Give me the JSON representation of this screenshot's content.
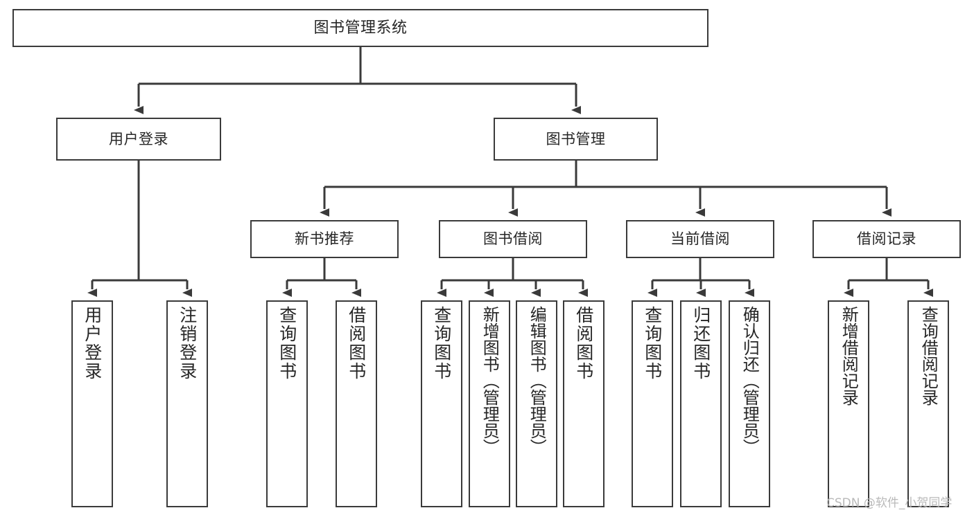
{
  "diagram": {
    "title": "图书管理系统",
    "type": "hierarchy-tree",
    "background_color": "#ffffff",
    "line_color": "#3a3a3a",
    "text_color": "#262626",
    "levels": [
      {
        "level": 0,
        "nodes": [
          {
            "id": "root",
            "label": "图书管理系统",
            "orientation": "horizontal"
          }
        ]
      },
      {
        "level": 1,
        "nodes": [
          {
            "id": "user-login",
            "label": "用户登录",
            "orientation": "horizontal"
          },
          {
            "id": "book-manage",
            "label": "图书管理",
            "orientation": "horizontal"
          }
        ]
      },
      {
        "level": 2,
        "nodes": [
          {
            "id": "new-book-recommend",
            "label": "新书推荐",
            "orientation": "horizontal"
          },
          {
            "id": "book-borrow",
            "label": "图书借阅",
            "orientation": "horizontal"
          },
          {
            "id": "current-borrow",
            "label": "当前借阅",
            "orientation": "horizontal"
          },
          {
            "id": "borrow-record",
            "label": "借阅记录",
            "orientation": "horizontal"
          }
        ]
      },
      {
        "level": 3,
        "nodes": [
          {
            "id": "leaf-user-login",
            "label": "用户登录",
            "parent": "user-login",
            "orientation": "vertical"
          },
          {
            "id": "leaf-logout",
            "label": "注销登录",
            "parent": "user-login",
            "orientation": "vertical"
          },
          {
            "id": "leaf-query-book-1",
            "label": "查询图书",
            "parent": "new-book-recommend",
            "orientation": "vertical"
          },
          {
            "id": "leaf-borrow-book-1",
            "label": "借阅图书",
            "parent": "new-book-recommend",
            "orientation": "vertical"
          },
          {
            "id": "leaf-query-book-2",
            "label": "查询图书",
            "parent": "book-borrow",
            "orientation": "vertical"
          },
          {
            "id": "leaf-add-book",
            "label": "新增图书（管理员）",
            "parent": "book-borrow",
            "orientation": "vertical"
          },
          {
            "id": "leaf-edit-book",
            "label": "编辑图书（管理员）",
            "parent": "book-borrow",
            "orientation": "vertical"
          },
          {
            "id": "leaf-borrow-book-2",
            "label": "借阅图书",
            "parent": "book-borrow",
            "orientation": "vertical"
          },
          {
            "id": "leaf-query-book-3",
            "label": "查询图书",
            "parent": "current-borrow",
            "orientation": "vertical"
          },
          {
            "id": "leaf-return-book",
            "label": "归还图书",
            "parent": "current-borrow",
            "orientation": "vertical"
          },
          {
            "id": "leaf-confirm-return",
            "label": "确认归还（管理员）",
            "parent": "current-borrow",
            "orientation": "vertical"
          },
          {
            "id": "leaf-add-record",
            "label": "新增借阅记录",
            "parent": "borrow-record",
            "orientation": "vertical"
          },
          {
            "id": "leaf-query-record",
            "label": "查询借阅记录",
            "parent": "borrow-record",
            "orientation": "vertical"
          }
        ]
      }
    ],
    "edges": [
      {
        "from": "root",
        "to": "user-login"
      },
      {
        "from": "root",
        "to": "book-manage"
      },
      {
        "from": "book-manage",
        "to": "new-book-recommend"
      },
      {
        "from": "book-manage",
        "to": "book-borrow"
      },
      {
        "from": "book-manage",
        "to": "current-borrow"
      },
      {
        "from": "book-manage",
        "to": "borrow-record"
      },
      {
        "from": "user-login",
        "to": "leaf-user-login"
      },
      {
        "from": "user-login",
        "to": "leaf-logout"
      },
      {
        "from": "new-book-recommend",
        "to": "leaf-query-book-1"
      },
      {
        "from": "new-book-recommend",
        "to": "leaf-borrow-book-1"
      },
      {
        "from": "book-borrow",
        "to": "leaf-query-book-2"
      },
      {
        "from": "book-borrow",
        "to": "leaf-add-book"
      },
      {
        "from": "book-borrow",
        "to": "leaf-edit-book"
      },
      {
        "from": "book-borrow",
        "to": "leaf-borrow-book-2"
      },
      {
        "from": "current-borrow",
        "to": "leaf-query-book-3"
      },
      {
        "from": "current-borrow",
        "to": "leaf-return-book"
      },
      {
        "from": "current-borrow",
        "to": "leaf-confirm-return"
      },
      {
        "from": "borrow-record",
        "to": "leaf-add-record"
      },
      {
        "from": "borrow-record",
        "to": "leaf-query-record"
      }
    ]
  },
  "watermark": {
    "text": "CSDN @软件_小贺同学"
  }
}
